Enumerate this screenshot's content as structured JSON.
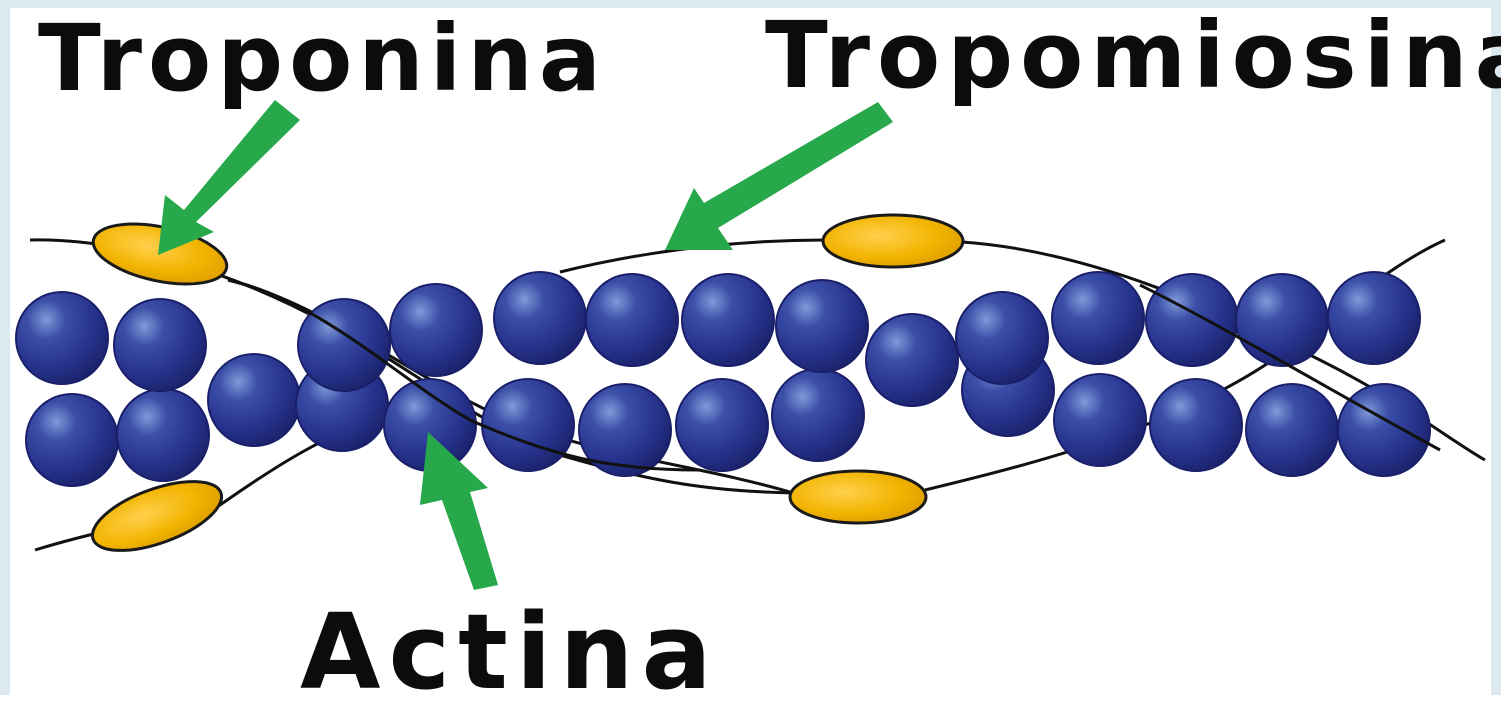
{
  "labels": {
    "troponina": "Troponina",
    "tropomiosina": "Tropomiosina",
    "actina": "Actina"
  },
  "colors": {
    "background_edge": "#dde9f0",
    "actin_fill": "#26328c",
    "actin_highlight": "#6f8ed4",
    "actin_outline": "#1a1f6a",
    "troponin_fill": "#f2b400",
    "troponin_outline": "#1a1a1a",
    "arrow": "#27a84a",
    "strand": "#111111",
    "text": "#0c0c0c"
  },
  "icons": {
    "actin_monomer": "blue-sphere",
    "troponin": "yellow-ellipse",
    "pointer": "green-arrow"
  }
}
